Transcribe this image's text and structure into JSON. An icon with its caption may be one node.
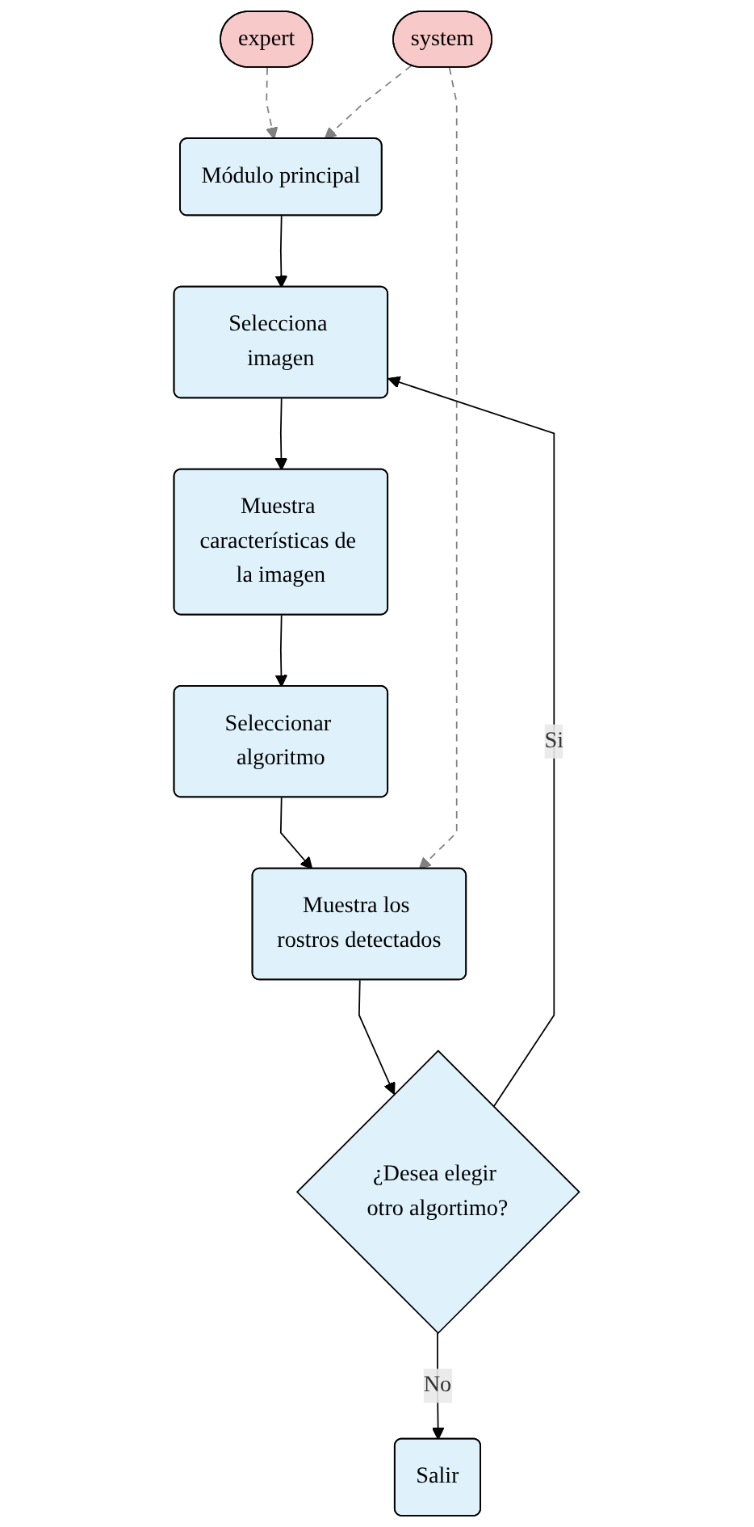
{
  "diagram": {
    "nodes": [
      {
        "text": [
          "expert"
        ]
      },
      {
        "text": [
          "Módulo principal"
        ]
      },
      {
        "text": [
          "system"
        ]
      },
      {
        "text": [
          "Selecciona imagen"
        ]
      },
      {
        "text": [
          "Muestra características de la imagen"
        ]
      },
      {
        "text": [
          "Seleccionar algoritmo"
        ]
      },
      {
        "text": [
          "Muestra los rostros detectados"
        ]
      },
      {
        "text": [
          "¿Desea elegir otro algortimo?"
        ]
      },
      {
        "text": [
          "Salir"
        ]
      }
    ],
    "edges": [
      {
        "from": 0,
        "to": 1,
        "arrow": "to",
        "style": "dashed",
        "color": "#808080"
      },
      {
        "from": 2,
        "to": 1,
        "arrow": "to",
        "style": "dashed",
        "color": "#808080"
      },
      {
        "from": 1,
        "to": 3,
        "arrow": "to"
      },
      {
        "from": 3,
        "to": 4,
        "arrow": "to"
      },
      {
        "from": 4,
        "to": 5,
        "arrow": "to"
      },
      {
        "from": 5,
        "to": 6,
        "arrow": "to"
      },
      {
        "from": 2,
        "to": 6,
        "arrow": "to",
        "style": "dashed",
        "color": "#808080"
      },
      {
        "from": 6,
        "to": 7,
        "arrow": "to"
      },
      {
        "from": 7,
        "to": 3,
        "arrow": "to",
        "label": "Si"
      },
      {
        "from": 7,
        "to": 8,
        "arrow": "to",
        "label": "No"
      }
    ]
  }
}
